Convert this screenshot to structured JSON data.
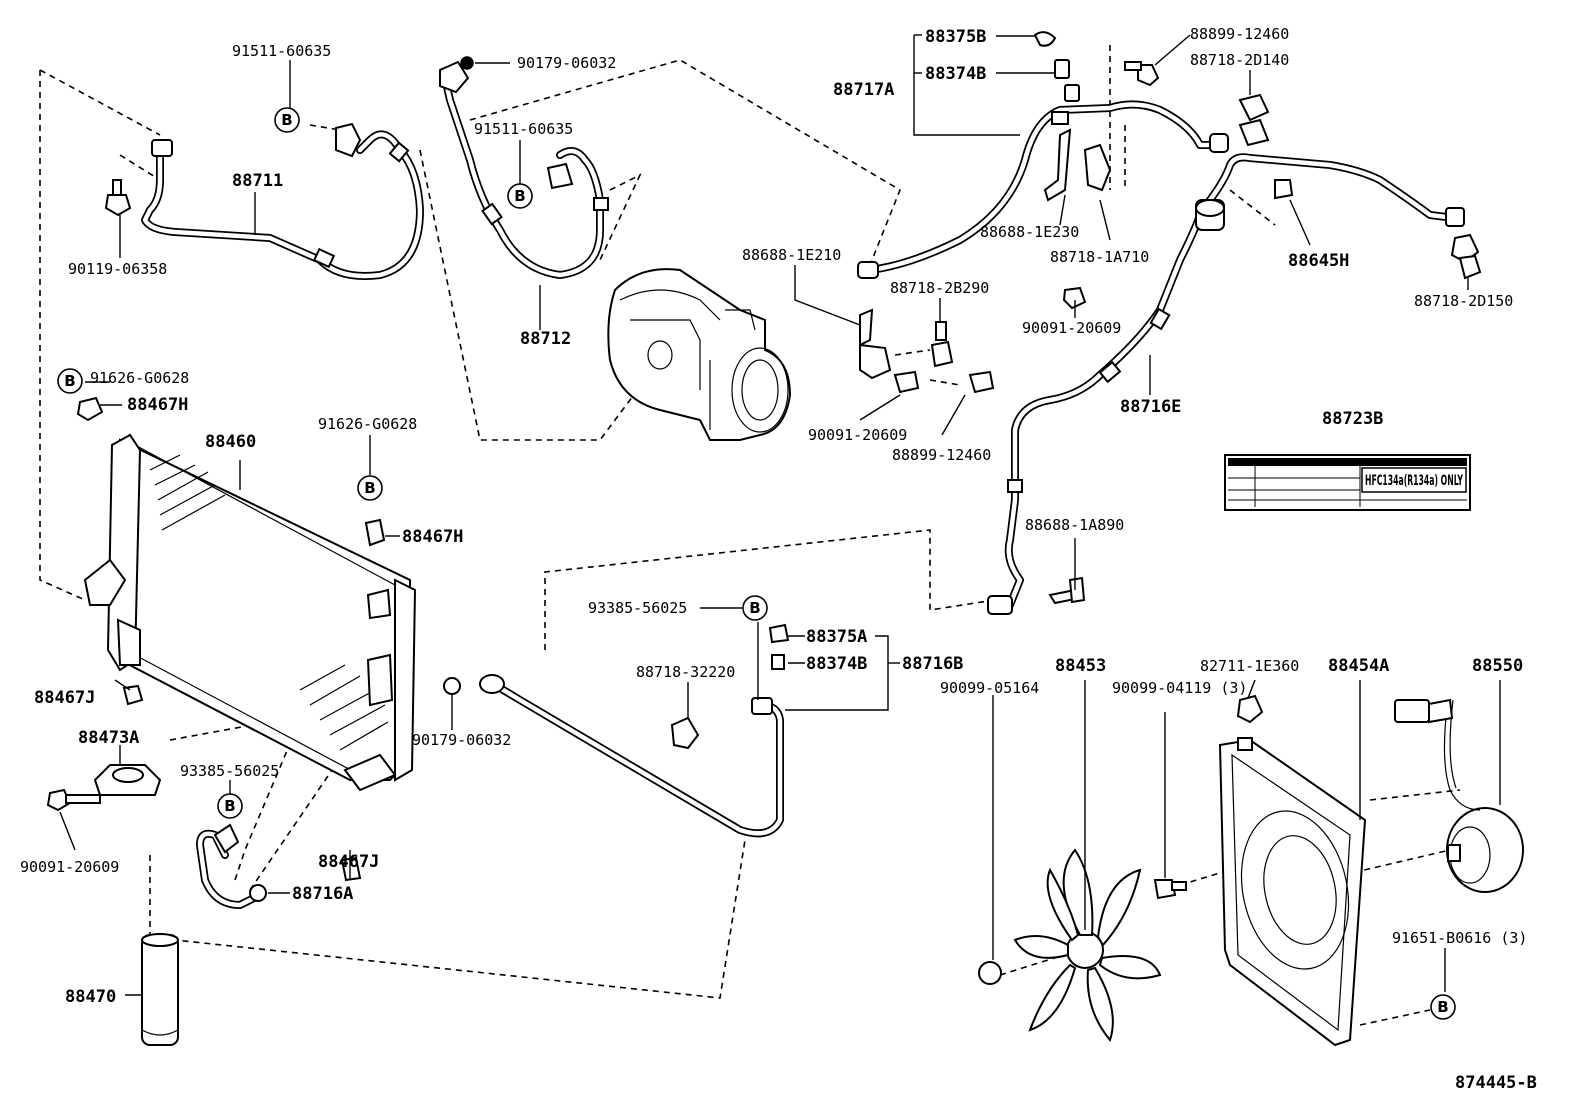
{
  "diagram_id": "874445-B",
  "labels": {
    "p91511_60635_top": "91511-60635",
    "p90179_06032_top": "90179-06032",
    "p91511_60635_mid": "91511-60635",
    "p88711": "88711",
    "p90119_06358": "90119-06358",
    "p88712": "88712",
    "p88375B": "88375B",
    "p88374B_top": "88374B",
    "p88717A": "88717A",
    "p88899_12460_top": "88899-12460",
    "p88718_2D140": "88718-2D140",
    "p88688_1E230": "88688-1E230",
    "p88718_1A710": "88718-1A710",
    "p88645H": "88645H",
    "p88718_2D150": "88718-2D150",
    "p88688_1E210": "88688-1E210",
    "p88718_2B290": "88718-2B290",
    "p90091_20609_top": "90091-20609",
    "p90091_20609_mid": "90091-20609",
    "p88899_12460_mid": "88899-12460",
    "p88716E": "88716E",
    "p88723B": "88723B",
    "p91626_G0628_left": "91626-G0628",
    "p88467H_left": "88467H",
    "p88460": "88460",
    "p91626_G0628_right": "91626-G0628",
    "p88467H_right": "88467H",
    "p88688_1A890": "88688-1A890",
    "p93385_56025_mid": "93385-56025",
    "p88375A": "88375A",
    "p88374B_mid": "88374B",
    "p88716B": "88716B",
    "p88718_32220": "88718-32220",
    "p88467J_left": "88467J",
    "p88473A": "88473A",
    "p90179_06032_mid": "90179-06032",
    "p93385_56025_low": "93385-56025",
    "p90091_20609_low": "90091-20609",
    "p88467J_right": "88467J",
    "p88716A": "88716A",
    "p88470": "88470",
    "p88453": "88453",
    "p90099_05164": "90099-05164",
    "p90099_04119": "90099-04119 (3)",
    "p82711_1E360": "82711-1E360",
    "p88454A": "88454A",
    "p88550": "88550",
    "p91651_B0616": "91651-B0616 (3)",
    "diagram_code": "874445-B"
  },
  "callout_letter": "B",
  "refrigerant_label_text": "HFC134a(R134a) ONLY"
}
